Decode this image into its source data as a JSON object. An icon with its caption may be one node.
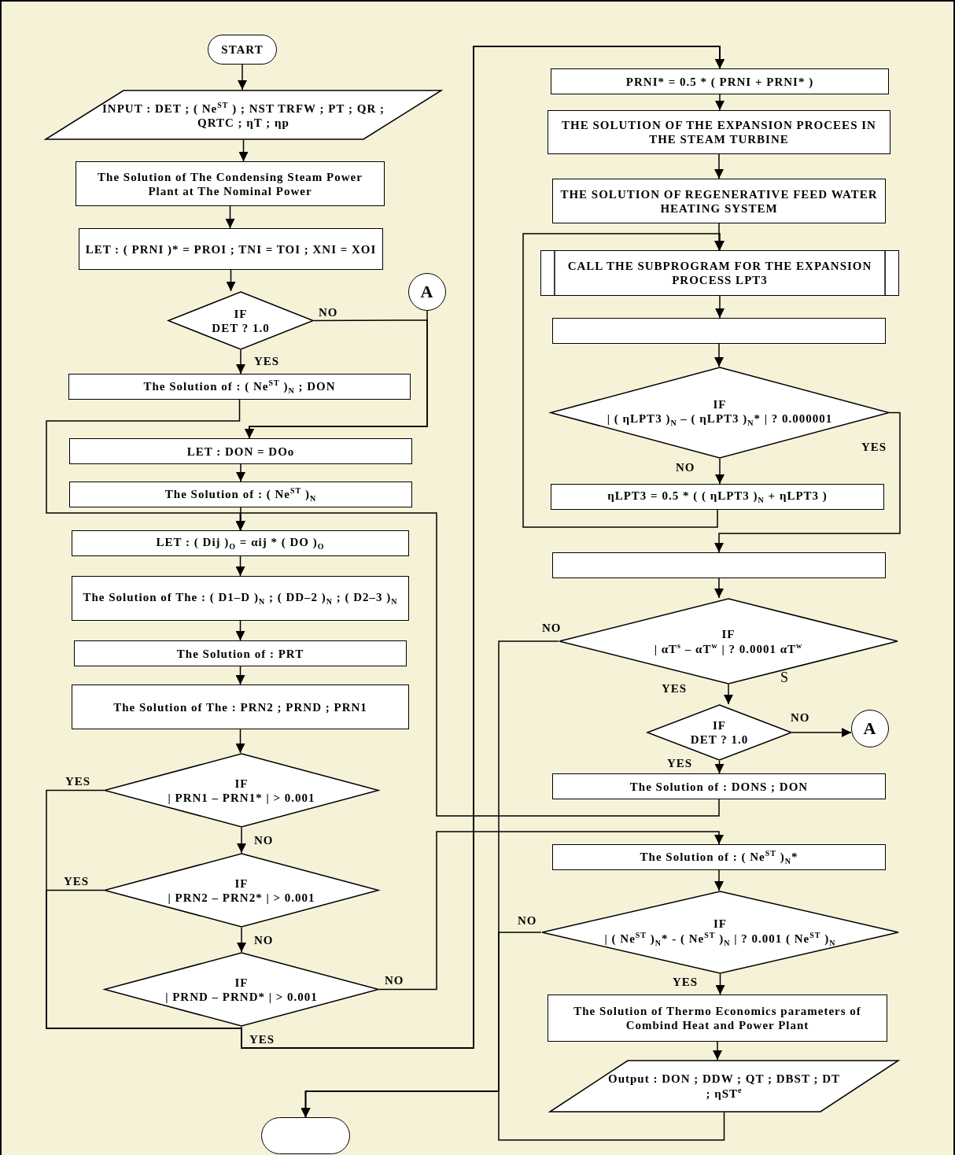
{
  "diagram": {
    "nodes": [
      {
        "text": [
          "START"
        ]
      },
      {
        "text": [
          "INPUT : DET ; ( Ne$^{ST}$ ) ; NST TRFW ; PT ; QR ; QRTC ; ηT ; ηp"
        ]
      },
      {
        "text": [
          "The Solution of The Condensing Steam Power Plant at The Nominal Power"
        ]
      },
      {
        "text": [
          "LET : ( PRNI )* = PROI ; TNI = TOI ; XNI = XOI"
        ]
      },
      {
        "text": [
          "IF",
          "DET ? 1.0"
        ]
      },
      {
        "text": [
          "A"
        ]
      },
      {
        "text": [
          "The Solution of : ( Ne$^{ST}$ )$_{N}$ ; DON"
        ]
      },
      {
        "text": [
          "LET : DON = DOo"
        ]
      },
      {
        "text": [
          "The Solution of : ( Ne$^{ST}$ )$_{N}$"
        ]
      },
      {
        "text": [
          "LET : ( Dij )$_{O}$ = αij * ( DO )$_{O}$"
        ]
      },
      {
        "text": [
          "The Solution of The : ( D1–D )$_{N}$ ; ( DD–2 )$_{N}$ ; ( D2–3 )$_{N}$"
        ]
      },
      {
        "text": [
          "The Solution of : PRT"
        ]
      },
      {
        "text": [
          "The Solution of The : PRN2 ; PRND ; PRN1"
        ]
      },
      {
        "text": [
          "IF",
          "| PRN1 – PRN1* | > 0.001"
        ]
      },
      {
        "text": [
          "IF",
          "| PRN2 – PRN2* | > 0.001"
        ]
      },
      {
        "text": [
          "IF",
          "| PRND – PRND* | > 0.001"
        ]
      },
      {
        "text": [],
        "shape": "oval"
      },
      {
        "text": [
          "PRNI* = 0.5 * ( PRNI + PRNI* )"
        ]
      },
      {
        "text": [
          "THE SOLUTION OF THE EXPANSION PROCEES IN THE STEAM TURBINE"
        ]
      },
      {
        "text": [
          "THE SOLUTION OF REGENERATIVE FEED WATER HEATING SYSTEM"
        ]
      },
      {
        "text": [
          "CALL THE SUBPROGRAM FOR THE EXPANSION PROCESS LPT3"
        ]
      },
      {
        "text": [],
        "shape": "box"
      },
      {
        "text": [
          "IF",
          "| ( ηLPT3 )$_{N}$ – ( ηLPT3 )$_{N}$* | ? 0.000001"
        ]
      },
      {
        "text": [
          "ηLPT3 = 0.5 * ( ( ηLPT3 )$_{N}$ + ηLPT3 )"
        ]
      },
      {
        "text": [],
        "shape": "box"
      },
      {
        "text": [
          "IF",
          "| αT$^{s}$ – αT$^{w}$ | ? 0.0001 αT$^{w}$"
        ]
      },
      {
        "text": [
          "IF",
          "DET ? 1.0"
        ]
      },
      {
        "text": [
          "A"
        ]
      },
      {
        "text": [
          "The Solution of : DONS ; DON"
        ]
      },
      {
        "text": [
          "The Solution of : ( Ne$^{ST}$ )$_{N}$*"
        ]
      },
      {
        "text": [
          "IF",
          "| ( Ne$^{ST}$ )$_{N}$* - ( Ne$^{ST}$ )$_{N}$ | ? 0.001 ( Ne$^{ST}$ )$_{N}$"
        ]
      },
      {
        "text": [
          "The Solution of Thermo Economics parameters of Combind Heat and Power Plant"
        ]
      },
      {
        "text": [
          "Output : DON ; DDW ; QT ; DBST ; DT ; ηST$^{e}$"
        ]
      }
    ],
    "edges": [
      {
        "from": 0,
        "to": 1,
        "arrow": "to"
      },
      {
        "from": 1,
        "to": 2,
        "arrow": "to"
      },
      {
        "from": 2,
        "to": 3,
        "arrow": "to"
      },
      {
        "from": 3,
        "to": 4,
        "arrow": "to"
      },
      {
        "from": 4,
        "to": 7,
        "label": "NO",
        "arrow": "to"
      },
      {
        "from": 5,
        "to": 7,
        "arrow": "to"
      },
      {
        "from": 4,
        "to": 6,
        "label": "YES",
        "arrow": "to"
      },
      {
        "from": 6,
        "to": 9,
        "arrow": "to"
      },
      {
        "from": 7,
        "to": 8,
        "arrow": "to"
      },
      {
        "from": 8,
        "to": 9,
        "arrow": "to"
      },
      {
        "from": 9,
        "to": 10,
        "arrow": "to"
      },
      {
        "from": 10,
        "to": 11,
        "arrow": "to"
      },
      {
        "from": 11,
        "to": 12,
        "arrow": "to"
      },
      {
        "from": 12,
        "to": 13,
        "arrow": "to"
      },
      {
        "from": 13,
        "to": 17,
        "label": "YES",
        "arrow": "to"
      },
      {
        "from": 13,
        "to": 14,
        "label": "NO",
        "arrow": "to"
      },
      {
        "from": 14,
        "to": 17,
        "label": "YES",
        "arrow": "to"
      },
      {
        "from": 14,
        "to": 15,
        "label": "NO",
        "arrow": "to"
      },
      {
        "from": 15,
        "to": 29,
        "label": "NO",
        "arrow": "to"
      },
      {
        "from": 15,
        "to": 17,
        "label": "YES",
        "arrow": "to"
      },
      {
        "from": 17,
        "to": 18,
        "arrow": "to"
      },
      {
        "from": 18,
        "to": 19,
        "arrow": "to"
      },
      {
        "from": 19,
        "to": 20,
        "arrow": "to"
      },
      {
        "from": 20,
        "to": 21,
        "arrow": "to"
      },
      {
        "from": 21,
        "to": 22,
        "arrow": "to"
      },
      {
        "from": 22,
        "to": 24,
        "label": "YES",
        "arrow": "to"
      },
      {
        "from": 22,
        "to": 23,
        "label": "NO",
        "arrow": "to"
      },
      {
        "from": 23,
        "to": 20,
        "arrow": "to"
      },
      {
        "from": 24,
        "to": 25,
        "arrow": "to"
      },
      {
        "from": 25,
        "to": 16,
        "label": "NO",
        "arrow": "to"
      },
      {
        "from": 25,
        "to": 26,
        "label": "YES",
        "arrow": "to"
      },
      {
        "from": 26,
        "to": 27,
        "label": "NO",
        "arrow": "to"
      },
      {
        "from": 26,
        "to": 28,
        "label": "YES",
        "arrow": "to"
      },
      {
        "from": 28,
        "to": 9,
        "arrow": "to"
      },
      {
        "from": 29,
        "to": 30,
        "arrow": "to"
      },
      {
        "from": 30,
        "to": 16,
        "label": "NO",
        "arrow": "to"
      },
      {
        "from": 30,
        "to": 31,
        "label": "YES",
        "arrow": "to"
      },
      {
        "from": 31,
        "to": 32,
        "arrow": "to"
      },
      {
        "from": 32,
        "to": 16,
        "arrow": "to"
      }
    ],
    "labels": [
      "S"
    ]
  }
}
